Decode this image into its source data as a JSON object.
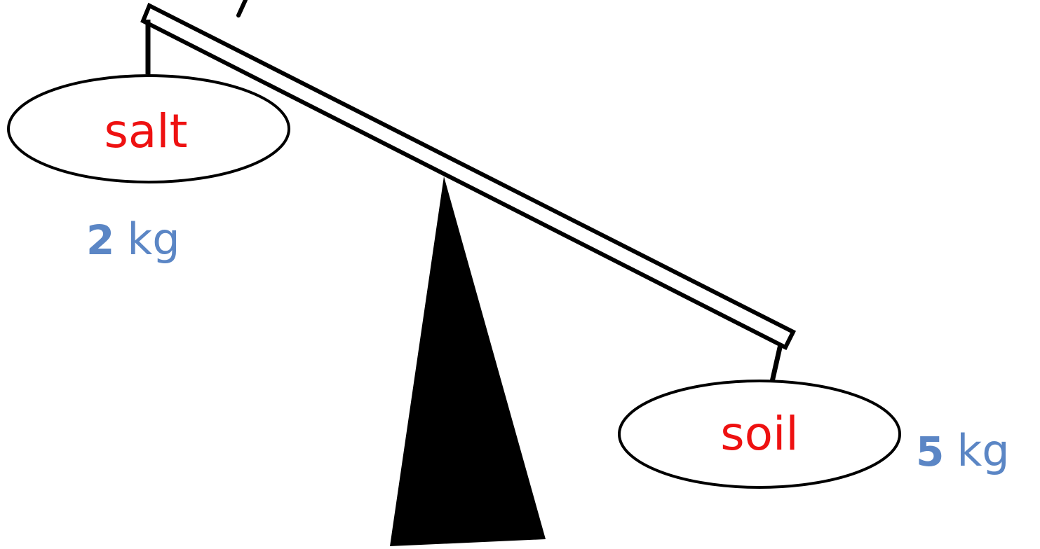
{
  "left_pan": {
    "label": "salt",
    "weight_value": "2",
    "weight_unit": "kg"
  },
  "right_pan": {
    "label": "soil",
    "weight_value": "5",
    "weight_unit": "kg"
  },
  "colors": {
    "label_text": "#ee1111",
    "weight_text": "#5b86c5",
    "ink": "#000000"
  }
}
